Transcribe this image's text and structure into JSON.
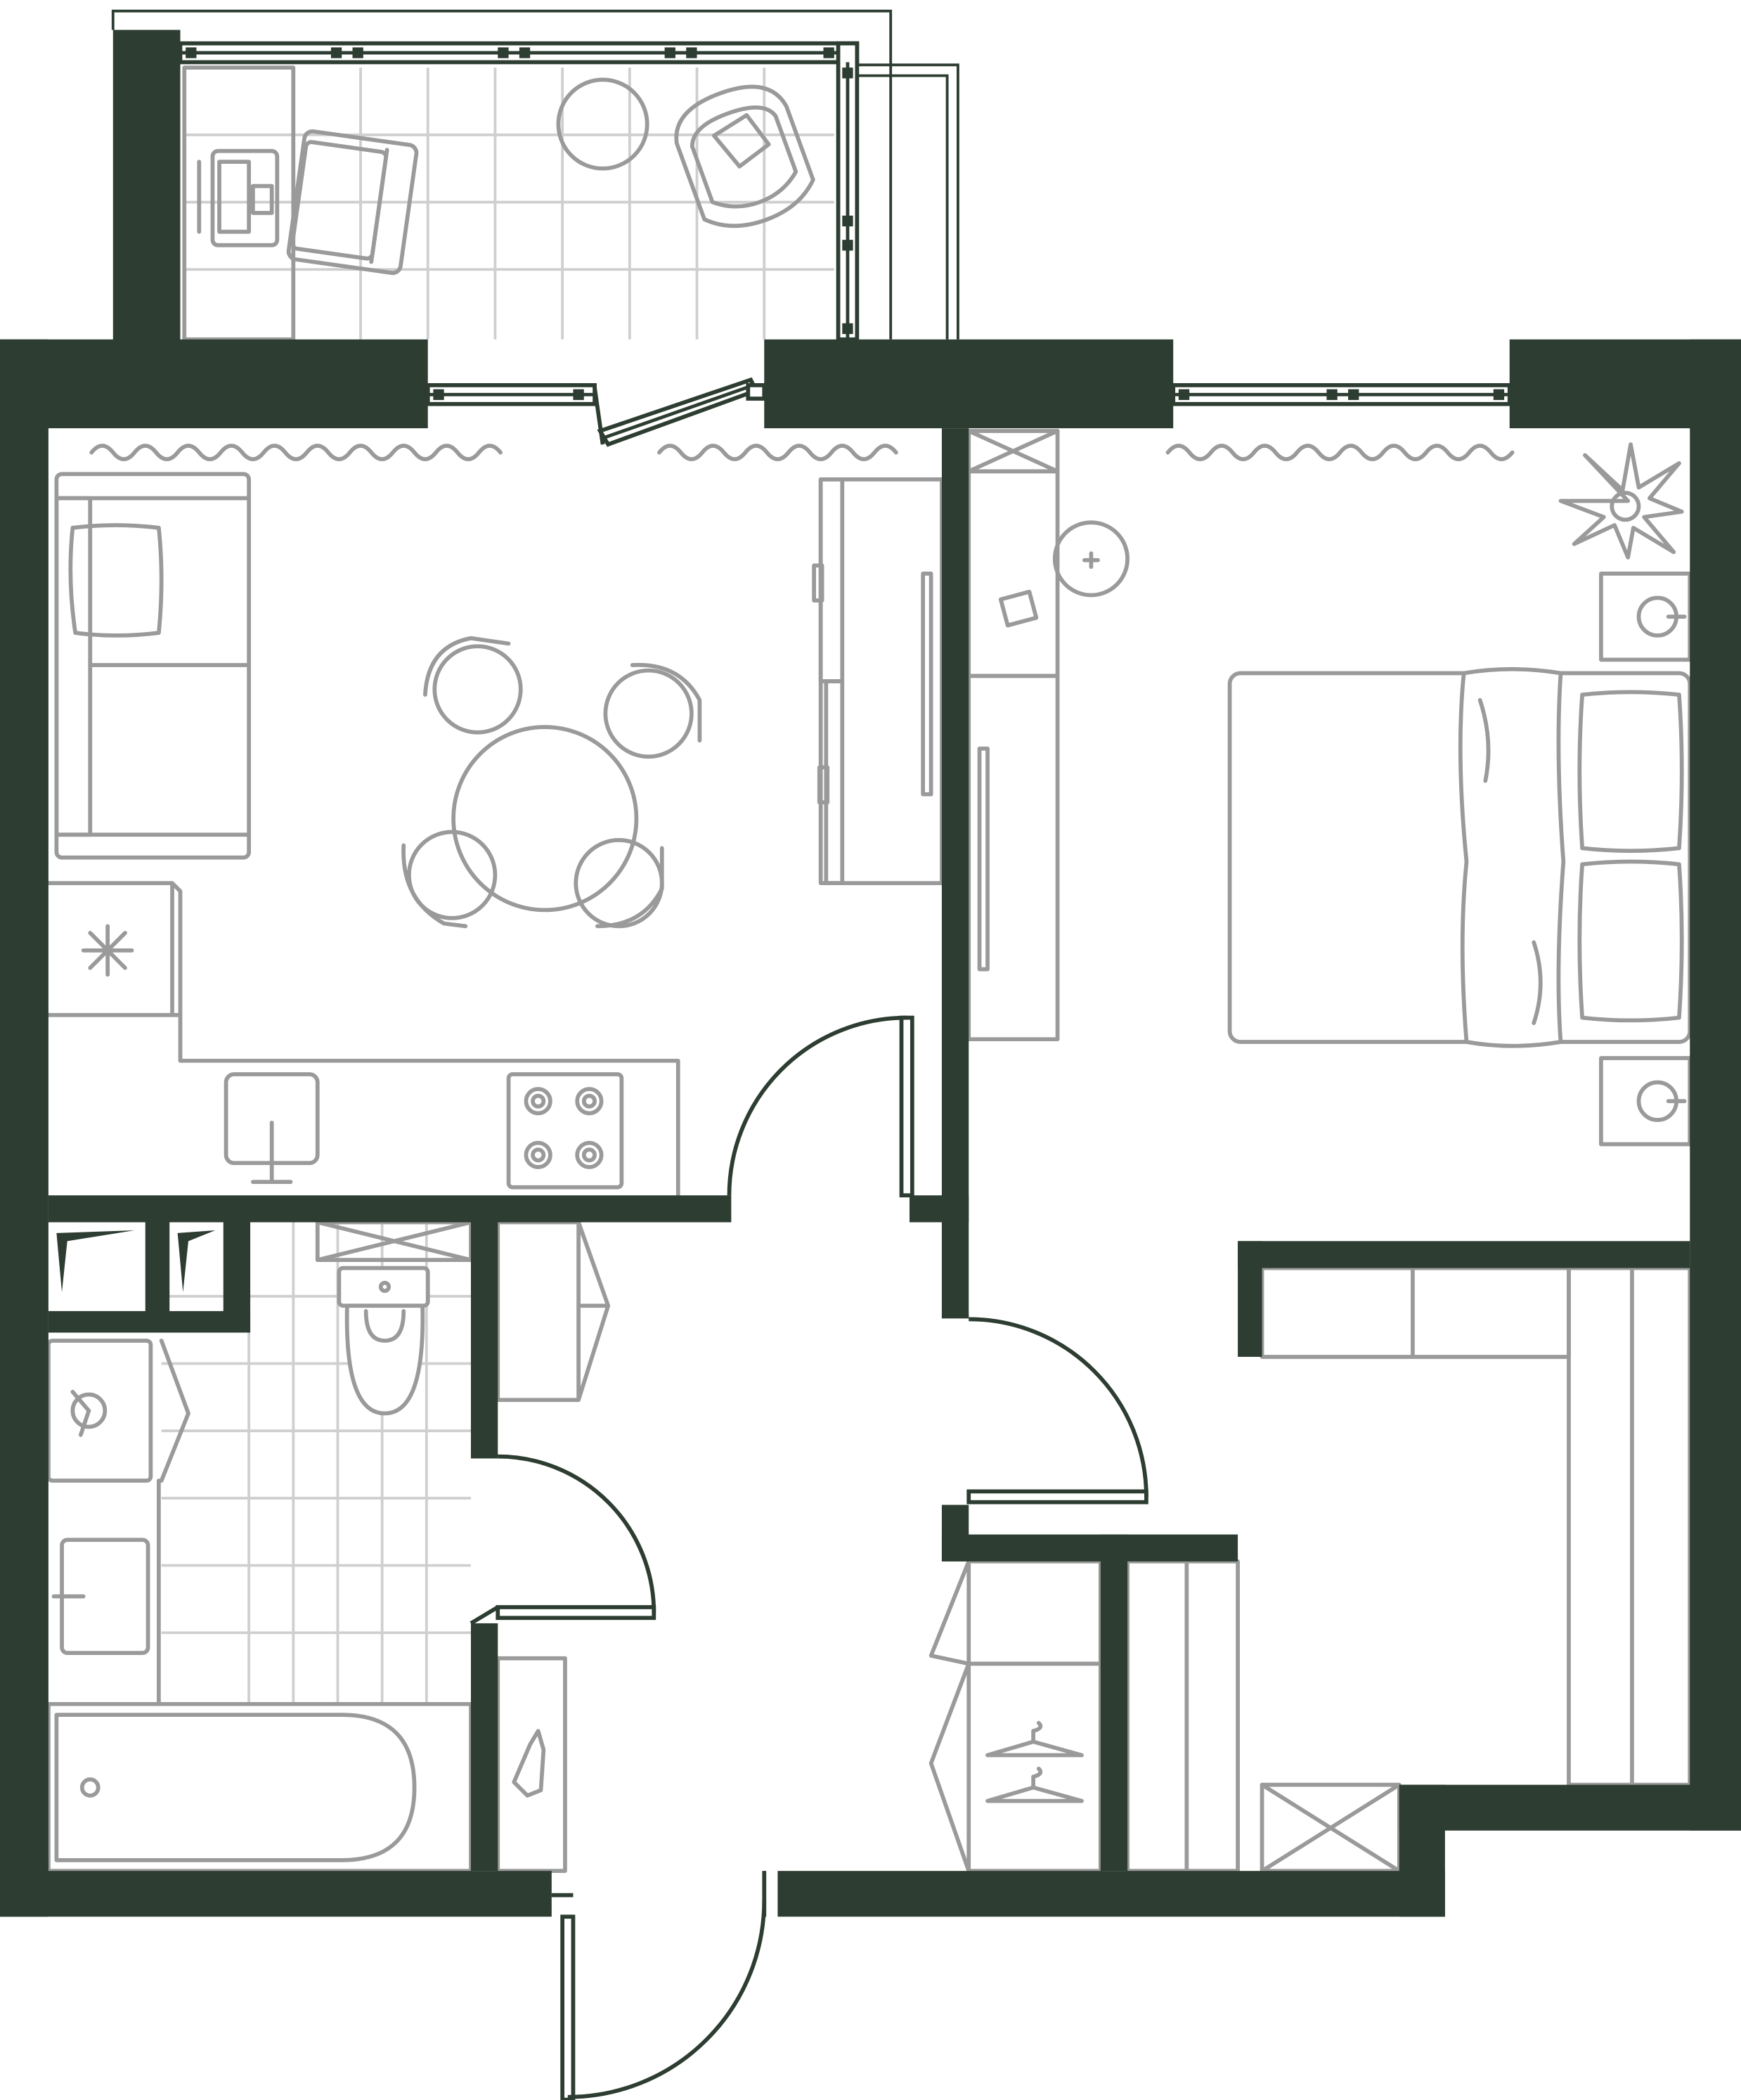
{
  "plan": {
    "wall_color": "#2d3d31",
    "furniture_color": "#9a9a9a",
    "background_color": "#ffffff"
  },
  "rooms": [
    {
      "id": "balcony"
    },
    {
      "id": "kitchen-living"
    },
    {
      "id": "bedroom"
    },
    {
      "id": "bathroom"
    },
    {
      "id": "hallway"
    },
    {
      "id": "walk-in-closet"
    }
  ],
  "icons": [
    "sofa-icon",
    "dining-table-icon",
    "chair-icon",
    "kitchen-counter-icon",
    "stove-icon",
    "kitchen-sink-icon",
    "armchair-icon",
    "desk-icon",
    "bed-icon",
    "pillow-icon",
    "nightstand-icon",
    "plant-icon",
    "toilet-icon",
    "bathtub-icon",
    "washbasin-icon",
    "washing-machine-icon",
    "wardrobe-icon",
    "hanger-icon",
    "shoe-icon",
    "curtain-icon",
    "window-icon",
    "door-icon"
  ]
}
